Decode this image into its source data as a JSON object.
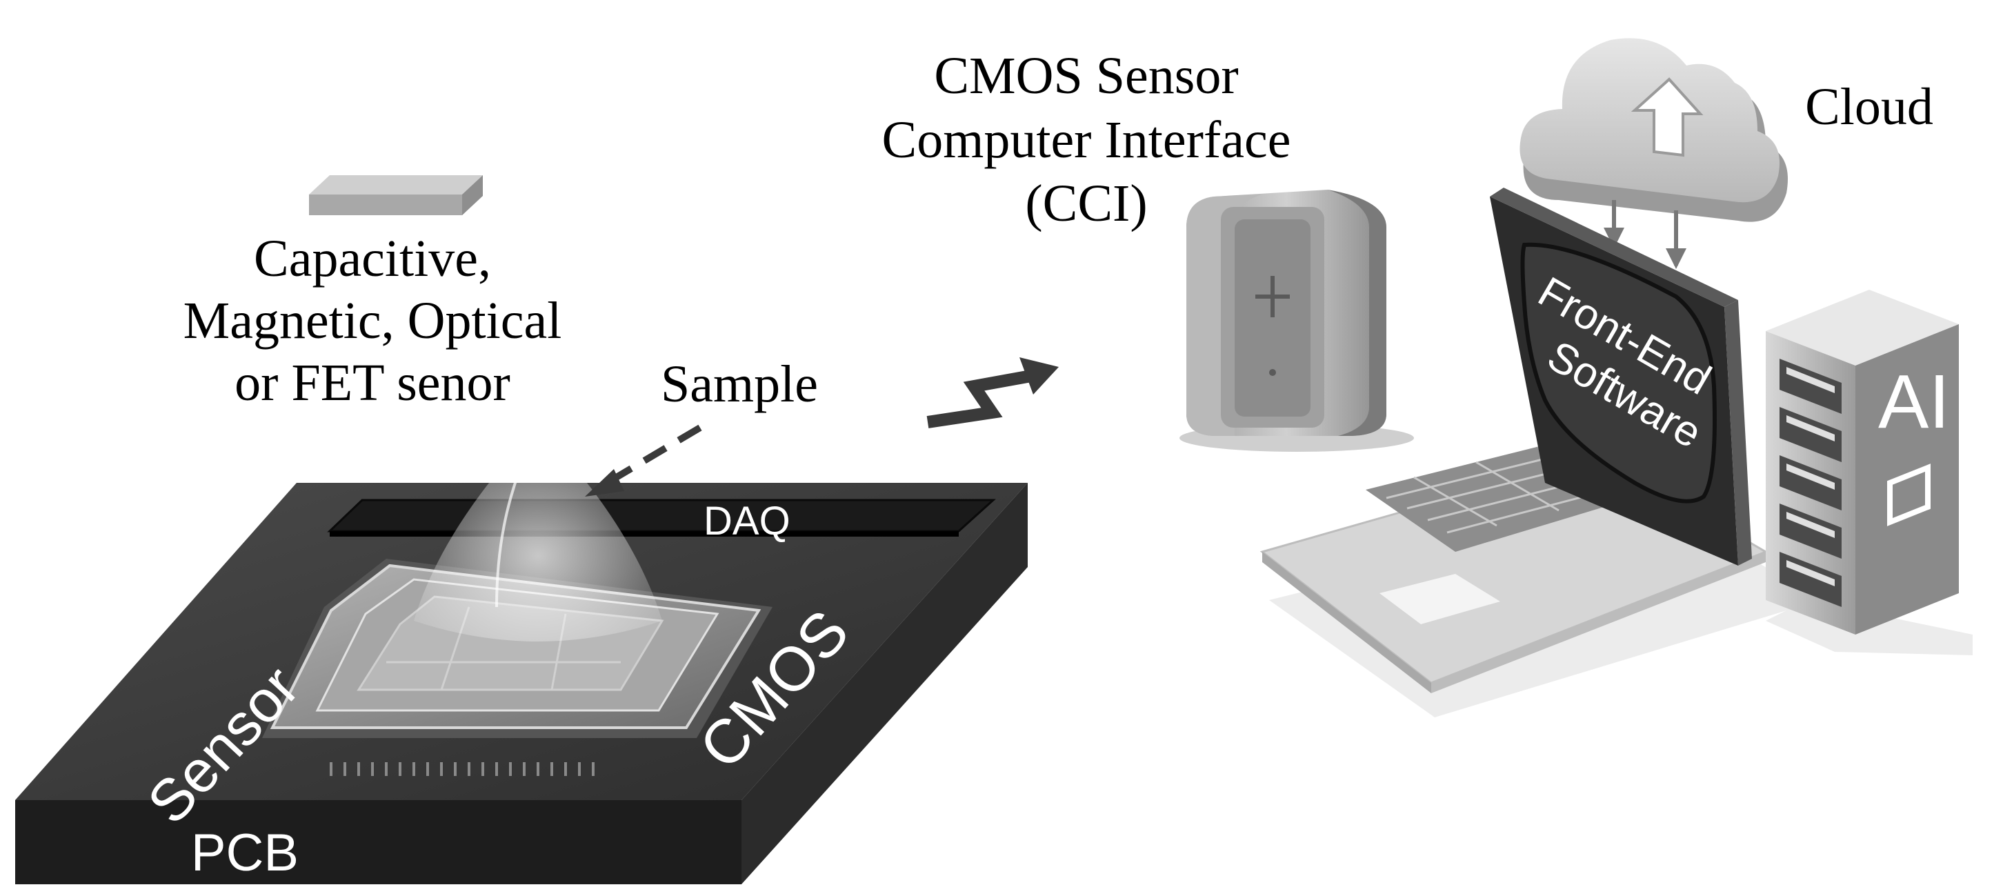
{
  "labels": {
    "sensor_types": [
      "Capacitive,",
      "Magnetic, Optical",
      "or FET senor"
    ],
    "sample": "Sample",
    "cci": [
      "CMOS Sensor",
      "Computer Interface",
      "(CCI)"
    ],
    "cloud": "Cloud",
    "daq": "DAQ",
    "sensor": "Sensor",
    "cmos": "CMOS",
    "pcb": "PCB",
    "software": [
      "Front-End",
      "Software"
    ],
    "ai": "AI"
  },
  "colors": {
    "background": "#ffffff",
    "pcb_top": "#3c3c3c",
    "pcb_front": "#1c1c1c",
    "pcb_side": "#2a2a2a",
    "chip": "#8c8c8c",
    "arrow": "#3a3a3a",
    "screen": "#3a3a3a",
    "laptop_body": "#d4d4d4",
    "server_body": "#c9c9c9",
    "cloud": "#dcdcdc"
  },
  "icons": [
    "sensor-chip-icon",
    "sample-droplet-icon",
    "cci-device-icon",
    "laptop-icon",
    "cloud-upload-icon",
    "ai-server-icon",
    "wireless-signal-icon"
  ]
}
